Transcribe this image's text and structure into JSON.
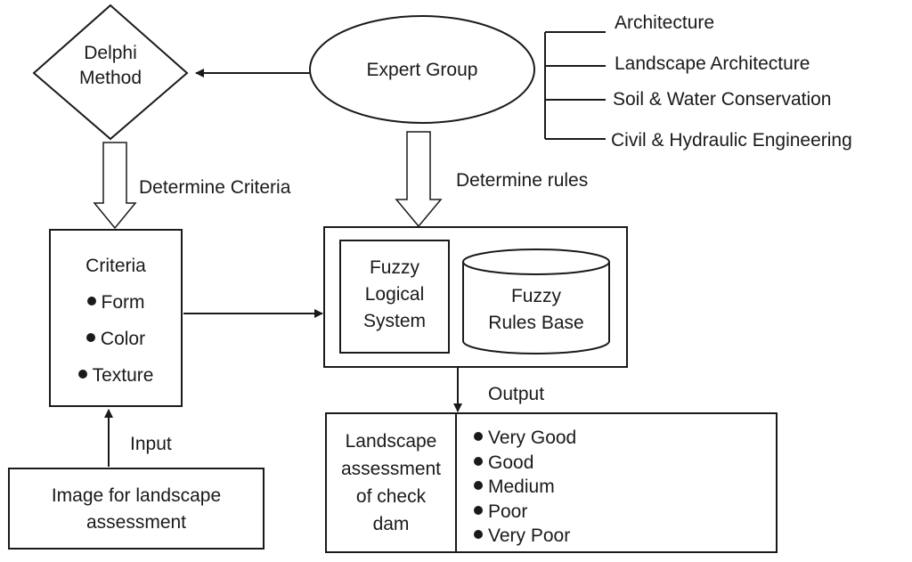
{
  "delphi": {
    "line1": "Delphi",
    "line2": "Method"
  },
  "expert_group": "Expert Group",
  "disciplines": [
    "Architecture",
    "Landscape Architecture",
    "Soil & Water Conservation",
    "Civil & Hydraulic Engineering"
  ],
  "determine_criteria": "Determine Criteria",
  "determine_rules": "Determine rules",
  "criteria": {
    "title": "Criteria",
    "items": [
      "Form",
      "Color",
      "Texture"
    ]
  },
  "fuzzy_logical_system": [
    "Fuzzy",
    "Logical",
    "System"
  ],
  "fuzzy_rules_base": [
    "Fuzzy",
    "Rules Base"
  ],
  "output_label": "Output",
  "input_label": "Input",
  "image_box": [
    "Image for landscape",
    "assessment"
  ],
  "assessment": [
    "Landscape",
    "assessment",
    "of check",
    "dam"
  ],
  "ratings": [
    "Very Good",
    "Good",
    "Medium",
    "Poor",
    "Very Poor"
  ]
}
